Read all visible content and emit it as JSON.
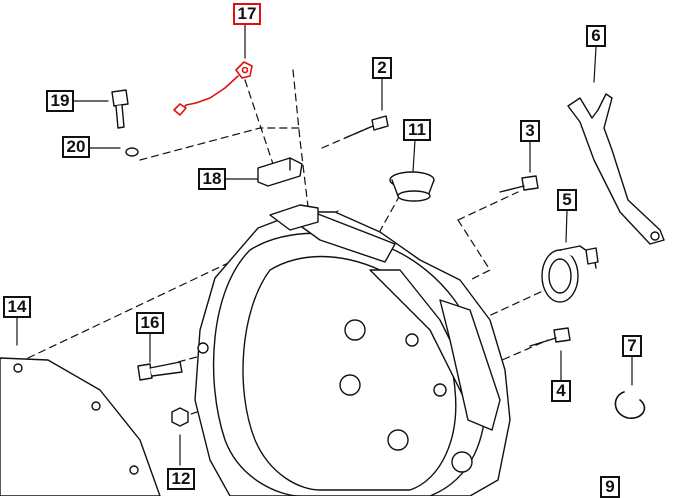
{
  "diagram": {
    "highlight_color": "#e01010",
    "line_color": "#111111",
    "callouts": [
      {
        "id": "c17",
        "label": "17",
        "highlighted": true,
        "part": "wire-harness-sensor"
      },
      {
        "id": "c19",
        "label": "19",
        "part": "bolt"
      },
      {
        "id": "c20",
        "label": "20",
        "part": "washer"
      },
      {
        "id": "c2",
        "label": "2",
        "part": "bolt"
      },
      {
        "id": "c6",
        "label": "6",
        "part": "clutch-release-fork"
      },
      {
        "id": "c11",
        "label": "11",
        "part": "boot"
      },
      {
        "id": "c3",
        "label": "3",
        "part": "bolt"
      },
      {
        "id": "c18",
        "label": "18",
        "part": "bracket"
      },
      {
        "id": "c5",
        "label": "5",
        "part": "seal"
      },
      {
        "id": "c14",
        "label": "14",
        "part": "gasket-plate"
      },
      {
        "id": "c16",
        "label": "16",
        "part": "bolt"
      },
      {
        "id": "c7",
        "label": "7",
        "part": "clip"
      },
      {
        "id": "c4",
        "label": "4",
        "part": "bolt"
      },
      {
        "id": "c12",
        "label": "12",
        "part": "nut"
      },
      {
        "id": "c9",
        "label": "9"
      }
    ]
  }
}
